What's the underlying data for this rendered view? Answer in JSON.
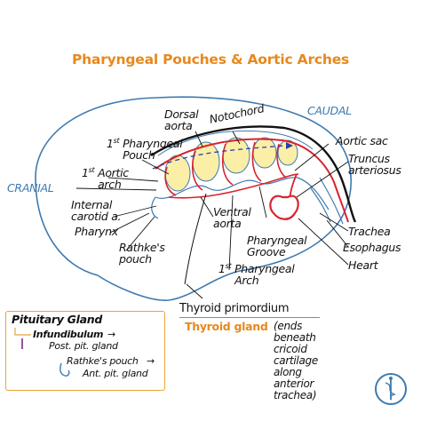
{
  "title": "Pharyngeal Pouches & Aortic Arches",
  "orientation": {
    "cranial": "CRANIAL",
    "caudal": "CAUDAL"
  },
  "labels": {
    "dorsal_aorta": "Dorsal\naorta",
    "notochord": "Notochord",
    "first_pouch_sup": "st",
    "first_pouch_num": "1",
    "first_pouch_text": "Pharyngeal\nPouch",
    "first_arch_num": "1",
    "first_arch_sup": "st",
    "first_arch_text": "Aortic\narch",
    "internal_carotid": "Internal\ncarotid a.",
    "pharynx": "Pharynx",
    "rathkes_pouch": "Rathke's\npouch",
    "ventral_aorta": "Ventral\naorta",
    "pharyngeal_groove": "Pharyngeal\nGroove",
    "pharyngeal_arch_num": "1",
    "pharyngeal_arch_sup": "st",
    "pharyngeal_arch_text": "Pharyngeal\nArch",
    "aortic_sac": "Aortic sac",
    "truncus": "Truncus\narteriosus",
    "trachea": "Trachea",
    "esophagus": "Esophagus",
    "heart": "Heart",
    "thyroid_primordium": "Thyroid primordium",
    "thyroid_gland": "Thyroid gland",
    "thyroid_note": "(ends beneath cricoid\ncartilage along anterior trachea)"
  },
  "key": {
    "heading": "Pituitary Gland",
    "infundibulum": "Infundibulum",
    "arrow": "→",
    "post_pit": "Post. pit. gland",
    "rathkes": "Rathke's pouch",
    "ant_pit": "Ant. pit. gland"
  },
  "colors": {
    "title": "#e8881c",
    "outline": "#3d7ab0",
    "artery": "#d9232e",
    "notochord": "#111111",
    "pouch_fill": "#fbeea6",
    "purple": "#7a2a8a"
  },
  "logo_icon": "caduceus-icon"
}
